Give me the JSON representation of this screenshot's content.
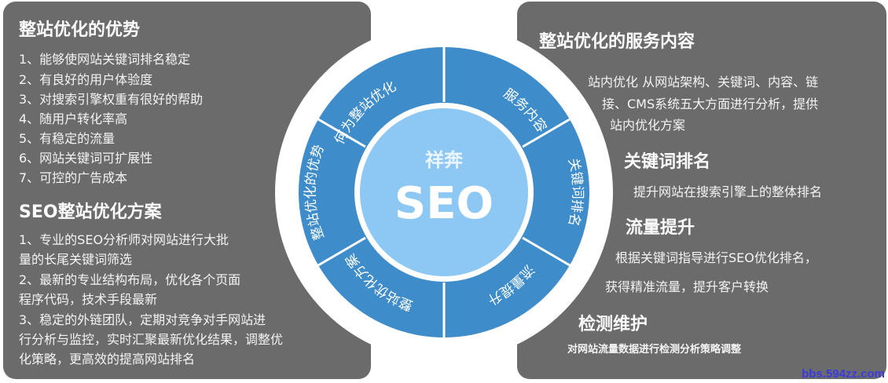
{
  "left_panel": {
    "advantages": {
      "title": "整站优化的优势",
      "items": [
        "1、能够使网站关键词排名稳定",
        "2、有良好的用户体验度",
        "3、对搜索引擎权重有很好的帮助",
        "4、随用户转化率高",
        "5、有稳定的流量",
        "6、网站关键词可扩展性",
        "7、可控的广告成本"
      ]
    },
    "plan": {
      "title": "SEO整站优化方案",
      "lines": [
        "1、专业的SEO分析师对网站进行大批",
        "量的长尾关键词筛选",
        "2、最新的专业结构布局，优化各个页面",
        "程序代码，技术手段最新",
        "3、稳定的外链团队，定期对竞争对手网站进",
        "行分析与监控，实时汇聚最新优化结果，调整优",
        "化策略，更高效的提高网站排名"
      ]
    }
  },
  "wheel": {
    "center_top": "祥奔",
    "center_main": "SEO",
    "segments": [
      "何为整站优化",
      "服务内容",
      "关键词排名",
      "流量提升",
      "整站优化方案",
      "整站优化的优势"
    ],
    "colors": {
      "ring": "#3f8ccb",
      "center": "#8cc8f3",
      "border": "#ffffff",
      "panel": "#6b6b6b"
    }
  },
  "right_panel": {
    "title": "整站优化的服务内容",
    "onsite": {
      "lines": [
        "站内优化 从网站架构、关键词、内容、链",
        "接、CMS系统五大方面进行分析，提供",
        "站内优化方案"
      ]
    },
    "keyword_ranking": {
      "title": "关键词排名",
      "desc": "提升网站在搜索引擎上的整体排名"
    },
    "traffic": {
      "title": "流量提升",
      "lines": [
        "根据关键词指导进行SEO优化排名，",
        "获得精准流量，提升客户转换"
      ]
    },
    "monitoring": {
      "title": "检测维护",
      "desc": "对网站流量数据进行检测分析策略调整"
    }
  },
  "watermark": "bbs.594zz.com"
}
